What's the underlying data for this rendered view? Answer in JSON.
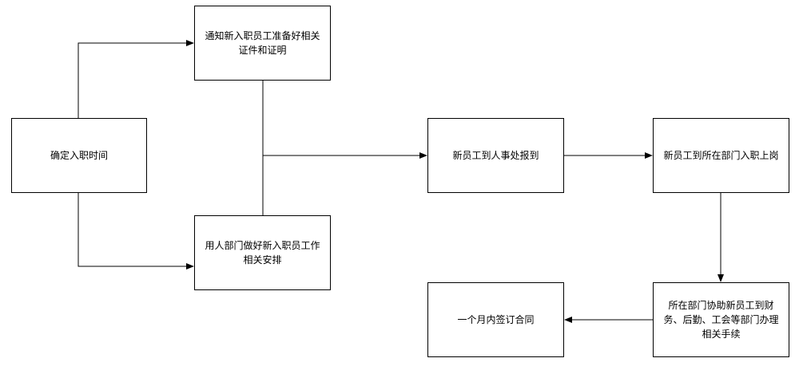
{
  "flowchart": {
    "nodes": {
      "confirm_date": "确定入职时间",
      "notify_docs": "通知新入职员工准备好相关证件和证明",
      "dept_prepare": "用人部门做好新入职员工作相关安排",
      "report_hr": "新员工到人事处报到",
      "join_dept": "新员工到所在部门入职上岗",
      "assist_procedures": "所在部门协助新员工到财务、后勤、工会等部门办理相关手续",
      "sign_contract": "一个月内签订合同"
    },
    "colors": {
      "line": "#000000",
      "box_border": "#000000",
      "box_fill": "#ffffff"
    }
  }
}
